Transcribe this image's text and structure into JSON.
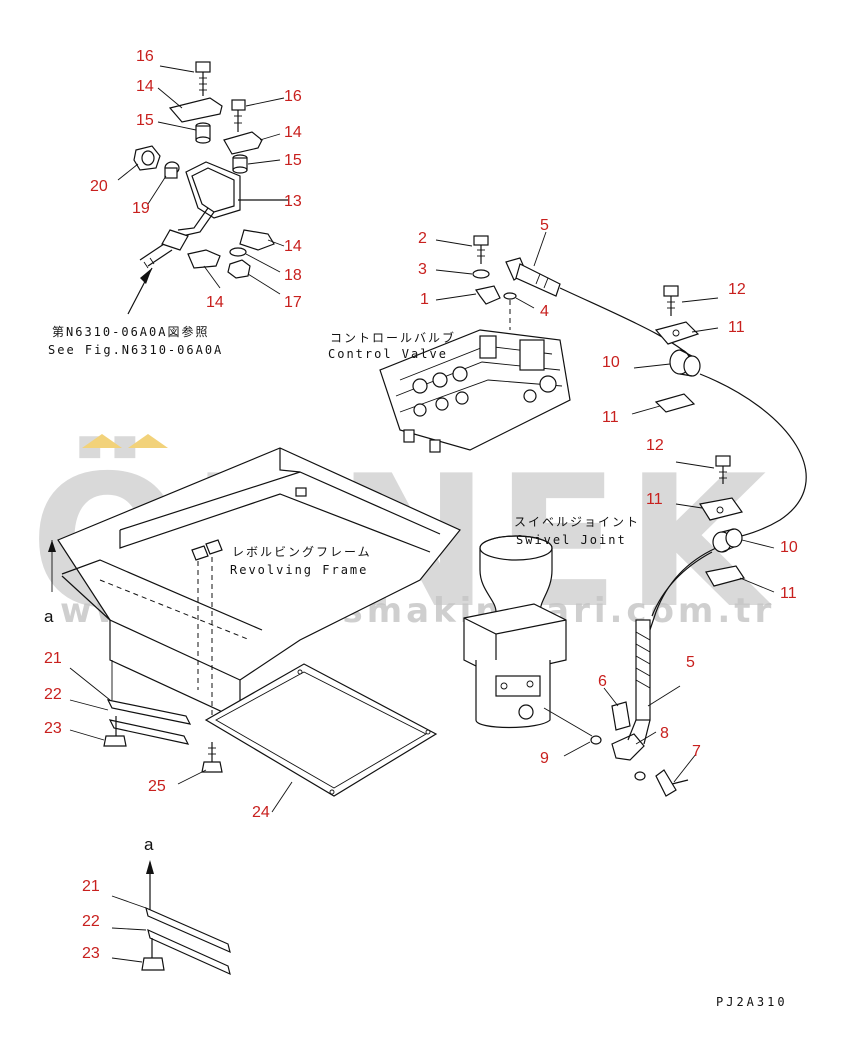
{
  "watermark": {
    "brand": "ÖRNEK",
    "url": "www.orneki smakinalari.com.tr",
    "accent_color": "#f2d27a"
  },
  "labels": {
    "see_fig_jp": "第N6310-06A0A図参照",
    "see_fig_en": "See Fig.N6310-06A0A",
    "control_valve_jp": "コントロールバルブ",
    "control_valve_en": "Control Valve",
    "revolving_frame_jp": "レボルビングフレーム",
    "revolving_frame_en": "Revolving Frame",
    "swivel_joint_jp": "スイベルジョイント",
    "swivel_joint_en": "Swivel Joint",
    "view_a_top": "a",
    "view_a_detail": "a",
    "drawing_code": "PJ2A310"
  },
  "part_numbers": {
    "p16_top": "16",
    "p14_top": "14",
    "p16_right": "16",
    "p15_left": "15",
    "p14_right": "14",
    "p15_right": "15",
    "p20": "20",
    "p19": "19",
    "p13": "13",
    "p14_mid": "14",
    "p18": "18",
    "p14_bottom": "14",
    "p17": "17",
    "p2": "2",
    "p3": "3",
    "p1": "1",
    "p5_top": "5",
    "p4": "4",
    "p12_top": "12",
    "p11_a": "11",
    "p10_top": "10",
    "p11_b": "11",
    "p12_mid": "12",
    "p11_c": "11",
    "p10_mid": "10",
    "p11_d": "11",
    "p5_bottom": "5",
    "p6": "6",
    "p8": "8",
    "p7": "7",
    "p9": "9",
    "p21": "21",
    "p22": "22",
    "p23": "23",
    "p25": "25",
    "p24": "24",
    "p21_detail": "21",
    "p22_detail": "22",
    "p23_detail": "23"
  }
}
